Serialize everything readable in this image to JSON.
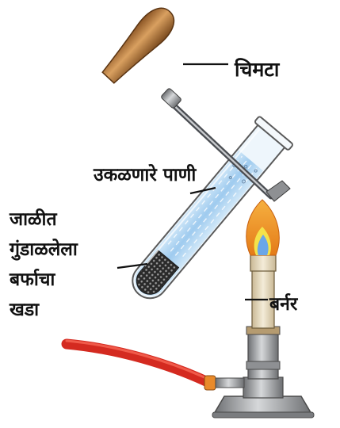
{
  "labels": {
    "tongs": "चिमटा",
    "boiling_water": "उकळणारे पाणी",
    "ice_in_mesh": [
      "जाळीत",
      "गुंडाळलेला",
      "बर्फाचा",
      "खडा"
    ],
    "burner": "बर्नर"
  },
  "colors": {
    "handle_wood": "#c88a4c",
    "water": "#a9d2f2",
    "flame_outer": "#f49b2e",
    "flame_inner": "#6aa6e8",
    "hose": "#d42a20",
    "burner_metal": "#a7a9ac",
    "burner_tube": "#e9dcc0"
  }
}
